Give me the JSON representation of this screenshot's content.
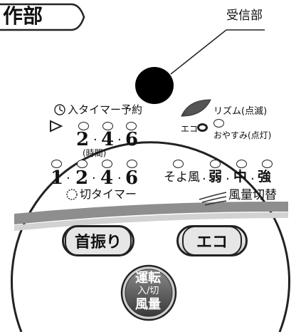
{
  "header": {
    "fragment": "作部"
  },
  "receiver_label": "受信部",
  "on_timer": {
    "label": "入タイマー予約",
    "values": [
      "2",
      "4",
      "6"
    ],
    "unit": "(時間)"
  },
  "rhythm": {
    "label": "リズム(点滅)",
    "eco_label": "エコ",
    "sleep_label": "おやすみ(点灯)"
  },
  "off_timer": {
    "label": "切タイマー",
    "values": [
      "1",
      "2",
      "4",
      "6"
    ]
  },
  "fan": {
    "label": "風量切替",
    "levels": [
      "そよ風",
      "弱",
      "中",
      "強"
    ]
  },
  "separators": {
    "dot": "·"
  },
  "buttons": {
    "swing": "首振り",
    "eco": "エコ",
    "power_line1": "運転",
    "power_line2": "入/切",
    "power_line3": "風量"
  },
  "colors": {
    "panel_stripe": "#888888",
    "button_face": "#dedede",
    "power_face": "#5f5f5f"
  }
}
